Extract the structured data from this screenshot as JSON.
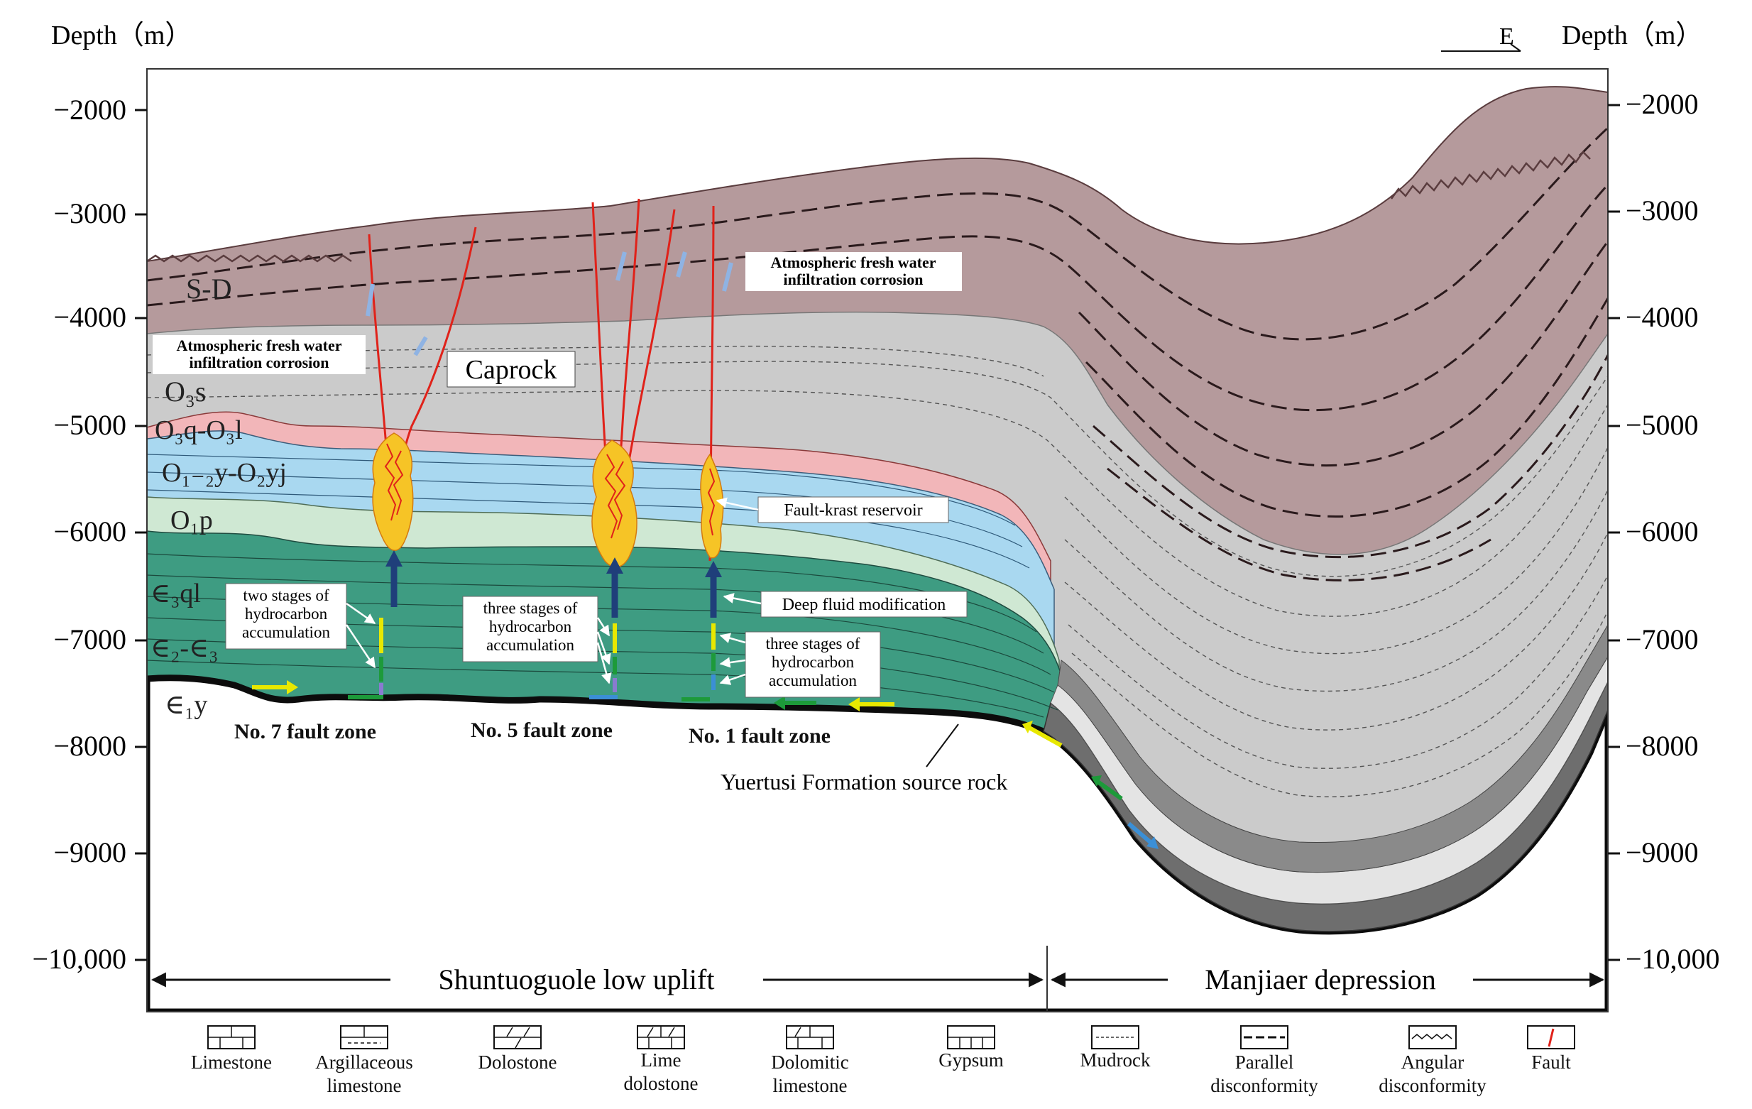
{
  "axis": {
    "left_title": "Depth（m）",
    "right_title": "Depth（m）",
    "direction_label": "E",
    "left_ticks": [
      "−2000",
      "−3000",
      "−4000",
      "−5000",
      "−6000",
      "−7000",
      "−8000",
      "−9000",
      "−10,000"
    ],
    "right_ticks": [
      "−2000",
      "−3000",
      "−4000",
      "−5000",
      "−6000",
      "−7000",
      "−8000",
      "−9000",
      "−10,000"
    ]
  },
  "formations": {
    "sd": "S-D",
    "caprock": "Caprock",
    "o3s": "O₃s",
    "o3q_o3l": "O₃q-O₃l",
    "o12y_o2yj": "O₁₋₂y-O₂yj",
    "o1p": "O₁p",
    "e3ql": "∈₃ql",
    "e2_e3": "∈₂-∈₃",
    "e1y": "∈₁y"
  },
  "annotations": {
    "fresh_water_left_line1": "Atmospheric fresh water",
    "fresh_water_left_line2": "infiltration corrosion",
    "fresh_water_right_line1": "Atmospheric fresh water",
    "fresh_water_right_line2": "infiltration corrosion",
    "fault_karst": "Fault-krast reservoir",
    "deep_fluid": "Deep fluid modification",
    "two_stages": [
      "two stages of",
      "hydrocarbon",
      "accumulation"
    ],
    "three_stages_mid": [
      "three stages of",
      "hydrocarbon",
      "accumulation"
    ],
    "three_stages_right": [
      "three stages of",
      "hydrocarbon",
      "accumulation"
    ],
    "fault7": "No. 7  fault  zone",
    "fault5": "No. 5  fault  zone",
    "fault1": "No. 1  fault  zone",
    "source_rock": "Yuertusi Formation source rock"
  },
  "regions": {
    "left": "Shuntuoguole  low  uplift",
    "right": "Manjiaer  depression"
  },
  "legend": [
    {
      "key": "limestone",
      "line1": "Limestone",
      "line2": ""
    },
    {
      "key": "argillaceous",
      "line1": "Argillaceous",
      "line2": "limestone"
    },
    {
      "key": "dolostone",
      "line1": "Dolostone",
      "line2": ""
    },
    {
      "key": "lime_dolostone",
      "line1": "Lime",
      "line2": "dolostone"
    },
    {
      "key": "dolomitic",
      "line1": "Dolomitic",
      "line2": "limestone"
    },
    {
      "key": "gypsum",
      "line1": "Gypsum",
      "line2": ""
    },
    {
      "key": "mudrock",
      "line1": "Mudrock",
      "line2": ""
    },
    {
      "key": "parallel",
      "line1": "Parallel",
      "line2": "disconformity"
    },
    {
      "key": "angular",
      "line1": "Angular",
      "line2": "disconformity"
    },
    {
      "key": "fault",
      "line1": "Fault",
      "line2": ""
    }
  ],
  "colors": {
    "sd_fill": "#b59a9c",
    "grey_fill": "#cbcbcb",
    "pink_fill": "#f2b6b9",
    "blue_fill": "#a9d8f0",
    "palegreen_fill": "#cfe8d3",
    "teal_fill": "#3e9c82",
    "dark_grey": "#6e6e6e",
    "fault_red": "#e0221a",
    "karst_yellow": "#f6c426",
    "arrow_navy": "#1f3f7a",
    "arrow_yellow": "#e8e800",
    "arrow_green": "#1d9a3a",
    "arrow_blue": "#3b8fd6",
    "water_arrow": "#8fb3e3"
  }
}
